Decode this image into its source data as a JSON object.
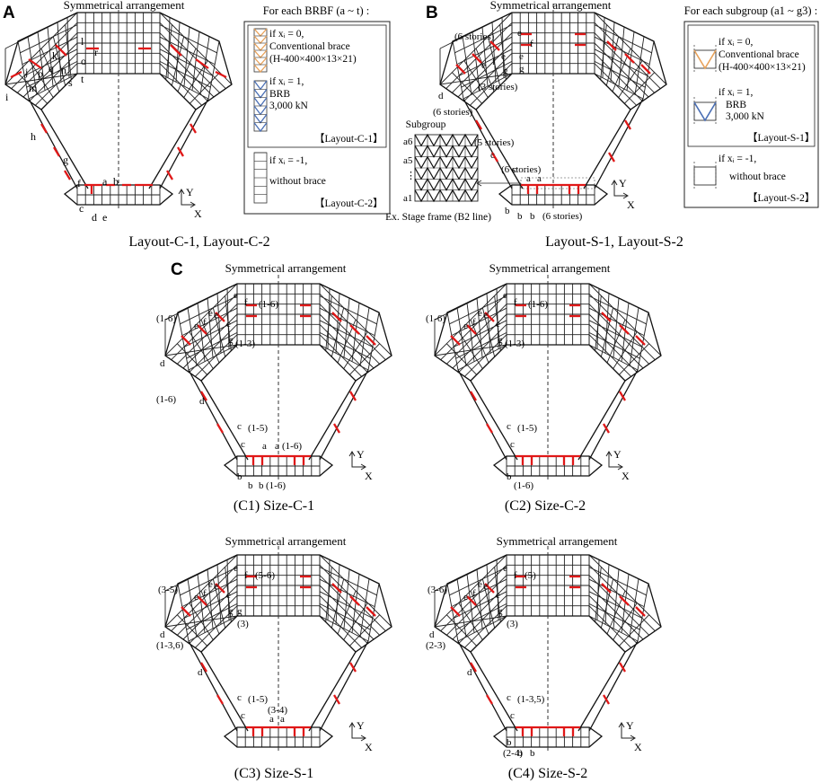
{
  "panels": {
    "A": {
      "letter": "A",
      "symmetry": "Symmetrical arrangement",
      "caption": "Layout-C-1, Layout-C-2",
      "labels": [
        "l",
        "r",
        "k",
        "o",
        "j",
        "p",
        "q",
        "n",
        "s",
        "t",
        "i",
        "m",
        "h",
        "g",
        "f",
        "a",
        "b",
        "c",
        "d",
        "e"
      ]
    },
    "B": {
      "letter": "B",
      "symmetry": "Symmetrical arrangement",
      "caption": "Layout-S-1, Layout-S-2",
      "labels": [
        "(6 stories)",
        "e",
        "f",
        "e",
        "f",
        "e",
        "g",
        "e",
        "g",
        "d",
        "(3 stories)",
        "(6 stories)",
        "(5 stories)",
        "c",
        "c",
        "(6 stories)",
        "a",
        "a",
        "b",
        "b",
        "b",
        "(6 stories)"
      ],
      "subgroup_title": "Subgroup",
      "subgroup_rows": [
        "a6",
        "a5",
        "⋮",
        "a1"
      ],
      "stage_caption": "Ex. Stage frame (B2 line)"
    },
    "C": {
      "letter": "C",
      "sub": [
        {
          "caption": "(C1) Size-C-1",
          "symmetry": "Symmetrical arrangement",
          "labels": [
            "e",
            "f",
            "(1-6)",
            "(1-6)",
            "e",
            "e",
            "f",
            "e",
            "e",
            "g",
            "(1-3)",
            "d",
            "(1-6)",
            "d",
            "c",
            "(1-5)",
            "c",
            "a",
            "a",
            "(1-6)",
            "b",
            "b",
            "b",
            "(1-6)"
          ]
        },
        {
          "caption": "(C2) Size-C-2",
          "symmetry": "Symmetrical arrangement",
          "labels": [
            "e",
            "f",
            "(1-6)",
            "(1-6)",
            "e",
            "e",
            "f",
            "e",
            "e",
            "g",
            "(1-3)",
            "c",
            "(1-5)",
            "c",
            "b",
            "(1-6)"
          ]
        },
        {
          "caption": "(C3) Size-S-1",
          "symmetry": "Symmetrical arrangement",
          "labels": [
            "e",
            "f",
            "(5-6)",
            "(3-5)",
            "e",
            "e",
            "f",
            "e",
            "e",
            "g",
            "g",
            "(3)",
            "d",
            "(1-3,6)",
            "d",
            "c",
            "(1-5)",
            "c",
            "(3-4)",
            "a",
            "a"
          ]
        },
        {
          "caption": "(C4) Size-S-2",
          "symmetry": "Symmetrical arrangement",
          "labels": [
            "e",
            "f",
            "(5)",
            "(3-6)",
            "e",
            "e",
            "f",
            "e",
            "e",
            "g",
            "(3)",
            "d",
            "(2-3)",
            "d",
            "c",
            "(1-3,5)",
            "c",
            "b",
            "(2-4)",
            "b",
            "b"
          ]
        }
      ]
    }
  },
  "legend_c": {
    "title": "For each BRBF (a ~ t) :",
    "items": [
      {
        "cond": "if xᵢ = 0,",
        "desc": "Conventional brace",
        "spec": "(H-400×400×13×21)"
      },
      {
        "cond": "if xᵢ = 1,",
        "desc": "BRB",
        "spec": "3,000 kN"
      },
      {
        "cond": "if xᵢ = -1,",
        "desc": "without brace"
      }
    ],
    "tag1": "【Layout-C-1】",
    "tag2": "【Layout-C-2】"
  },
  "legend_s": {
    "title": "For each subgroup (a1 ~ g3) :",
    "items": [
      {
        "cond": "if xᵢ = 0,",
        "desc": "Conventional brace",
        "spec": "(H-400×400×13×21)"
      },
      {
        "cond": "if xᵢ = 1,",
        "desc": "BRB",
        "spec": "3,000 kN"
      },
      {
        "cond": "if xᵢ = -1,",
        "desc": "without brace"
      }
    ],
    "tag1": "【Layout-S-1】",
    "tag2": "【Layout-S-2】"
  },
  "axis": {
    "x": "X",
    "y": "Y"
  },
  "colors": {
    "grid": "#222222",
    "brace_highlight": "#e01818",
    "conventional_brace": "#e8a25a",
    "brb": "#4a6fb5"
  }
}
